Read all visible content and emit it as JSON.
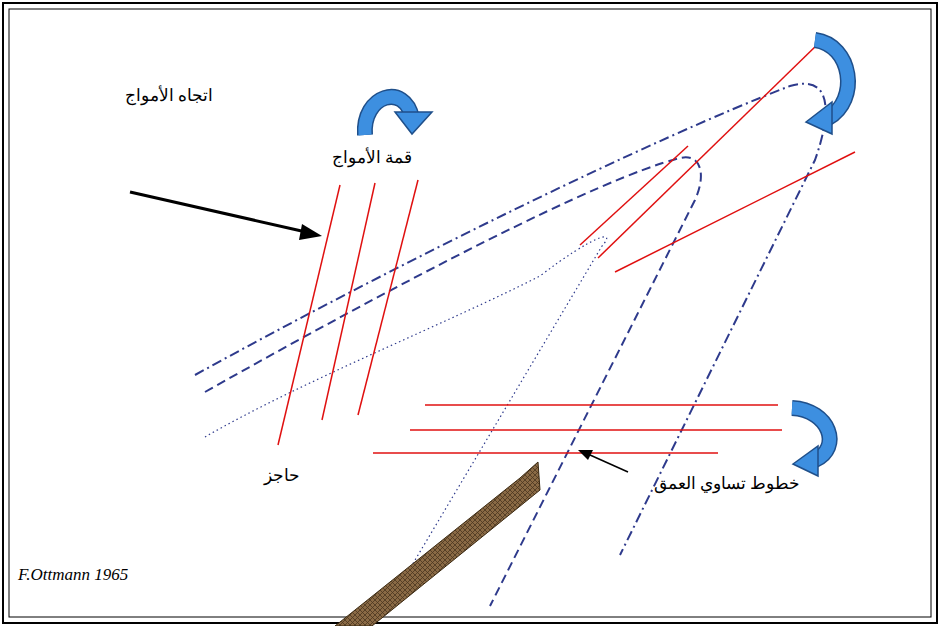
{
  "diagram": {
    "labels": [
      "اتجاه الأمواج",
      "قمة الأمواج",
      "حاجز",
      "خطوط تساوي العمق",
      "F.Ottmann 1965"
    ]
  }
}
